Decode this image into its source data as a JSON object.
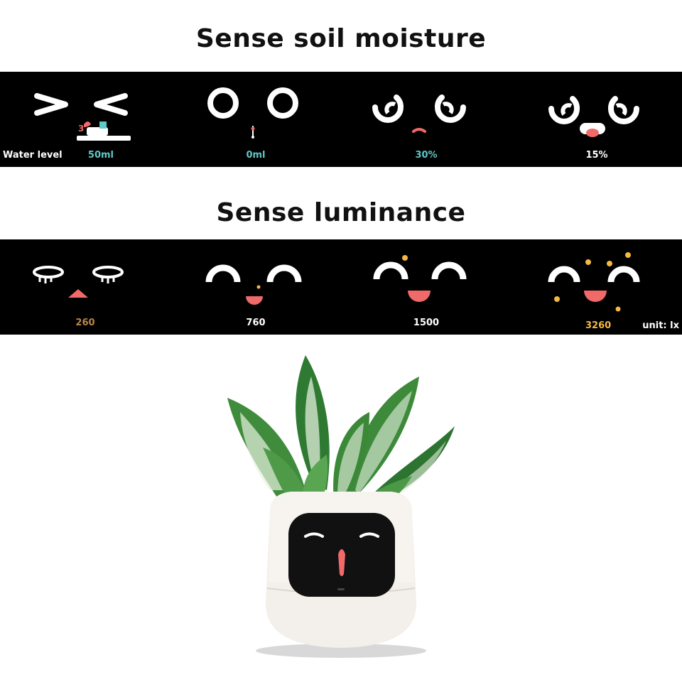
{
  "sections": {
    "moisture_title": "Sense soil moisture",
    "luminance_title": "Sense luminance"
  },
  "moisture_panels": [
    {
      "label": "Water level",
      "value": "50ml",
      "value_color": "#5fc8c8",
      "expression": "squinting-happy-watering"
    },
    {
      "value": "0ml",
      "value_color": "#5fc8c8",
      "expression": "wide-eyed-dripping"
    },
    {
      "value": "30%",
      "value_color": "#5fc8c8",
      "expression": "sad-droopy"
    },
    {
      "value": "15%",
      "value_color": "#ffffff",
      "expression": "very-sad-tongue"
    }
  ],
  "luminance_panels": [
    {
      "value": "260",
      "value_color": "#b8874a",
      "expression": "teary-closed"
    },
    {
      "value": "760",
      "value_color": "#ffffff",
      "expression": "smiling"
    },
    {
      "value": "1500",
      "value_color": "#ffffff",
      "expression": "happy-sparkle"
    },
    {
      "value": "3260",
      "value_color": "#f5b942",
      "expression": "delighted-sparkles"
    }
  ],
  "luminance_unit": "unit: lx",
  "colors": {
    "strip_bg": "#000000",
    "mouth_red": "#f06a6a",
    "sparkle_yellow": "#f5b942",
    "teal": "#5fc8c8"
  },
  "product": {
    "description_icon": "plant-pot-robot-icon"
  }
}
